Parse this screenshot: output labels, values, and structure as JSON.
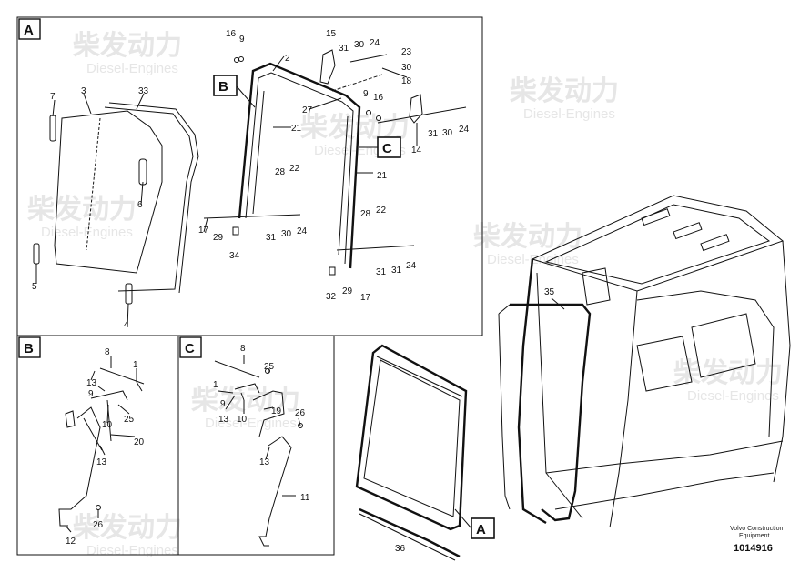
{
  "panels": {
    "a": {
      "label": "A"
    },
    "b": {
      "label": "B"
    },
    "c": {
      "label": "C"
    }
  },
  "callouts": {
    "b": "B",
    "c": "C",
    "a": "A"
  },
  "watermark": {
    "cn": "柴发动力",
    "en": "Diesel-Engines"
  },
  "footer": {
    "brand_line1": "Volvo Construction",
    "brand_line2": "Equipment",
    "code": "1014916"
  },
  "part_numbers": [
    "16",
    "9",
    "15",
    "31",
    "30",
    "24",
    "23",
    "30",
    "18",
    "2",
    "9",
    "16",
    "27",
    "7",
    "3",
    "33",
    "21",
    "28",
    "22",
    "6",
    "5",
    "4",
    "17",
    "29",
    "31",
    "30",
    "24",
    "34",
    "21",
    "28",
    "22",
    "14",
    "31",
    "30",
    "24",
    "31",
    "24",
    "32",
    "29",
    "17",
    "31",
    "35",
    "8",
    "1",
    "13",
    "9",
    "10",
    "25",
    "20",
    "13",
    "26",
    "12",
    "8",
    "25",
    "1",
    "9",
    "13",
    "10",
    "19",
    "26",
    "13",
    "11",
    "36"
  ]
}
